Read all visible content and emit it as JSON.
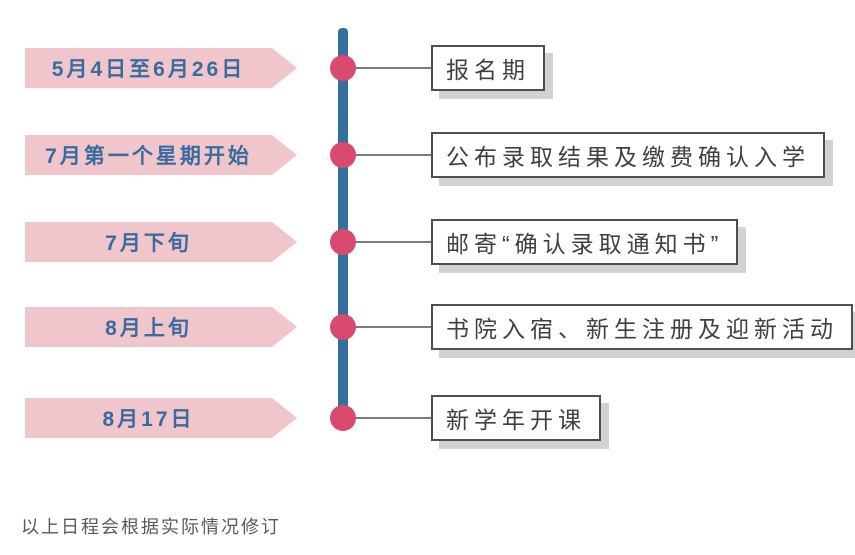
{
  "colors": {
    "timeline": "#356f9f",
    "dot": "#d84a6e",
    "arrow_bg": "#f0c5cb",
    "arrow_text": "#3a6b9e",
    "box_border": "#4f4f4f",
    "box_text": "#404040",
    "shadow": "#d2d2d2",
    "connector": "#7c7c7c",
    "note_text": "#5a5a5a"
  },
  "rows": [
    {
      "date": "5月4日至6月26日",
      "event": "报名期"
    },
    {
      "date": "7月第一个星期开始",
      "event": "公布录取结果及缴费确认入学"
    },
    {
      "date": "7月下旬",
      "event": "邮寄“确认录取通知书”"
    },
    {
      "date": "8月上旬",
      "event": "书院入宿、新生注册及迎新活动"
    },
    {
      "date": "8月17日",
      "event": "新学年开课"
    }
  ],
  "note": "以上日程会根据实际情况修订"
}
